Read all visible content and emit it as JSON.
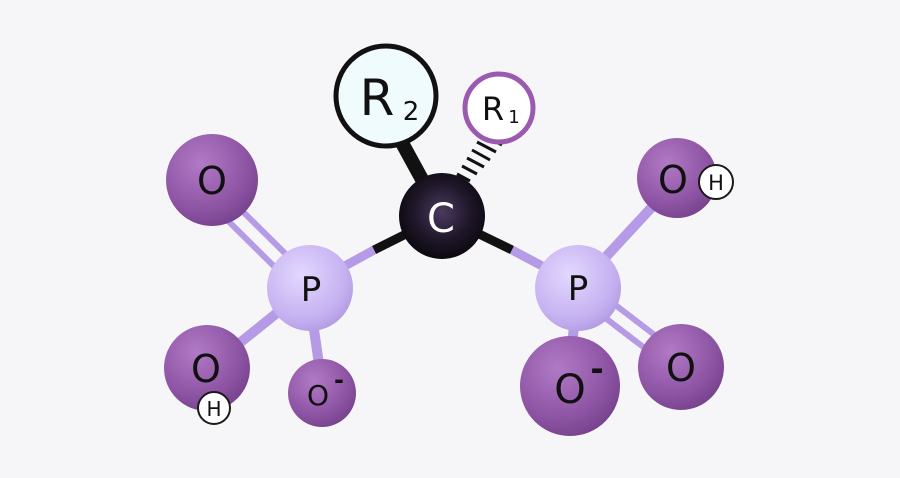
{
  "molecule": {
    "atoms": {
      "r2": {
        "label": "R",
        "sub": "2"
      },
      "r1": {
        "label": "R",
        "sub": "1"
      },
      "carbon": {
        "label": "C"
      },
      "p_left": {
        "label": "P"
      },
      "p_right": {
        "label": "P"
      },
      "o_left_double": {
        "label": "O"
      },
      "o_left_hydroxyl": {
        "label": "O"
      },
      "h_left": {
        "label": "H"
      },
      "o_left_minus": {
        "label": "O",
        "charge": "-"
      },
      "o_right_hydroxyl": {
        "label": "O"
      },
      "h_right": {
        "label": "H"
      },
      "o_right_minus": {
        "label": "O",
        "charge": "-"
      },
      "o_right_double": {
        "label": "O"
      }
    }
  },
  "colors": {
    "oxygen": "#8e55a4",
    "phosphorus": "#c4b0f0",
    "carbon": "#15101c",
    "r1_ring": "#9a5ab0",
    "r2_ring": "#111111",
    "hydrogen_ring": "#1a1a1a",
    "p_bond": "#b59ae6",
    "c_bond": "#111111",
    "background": "#f6f6f8"
  }
}
